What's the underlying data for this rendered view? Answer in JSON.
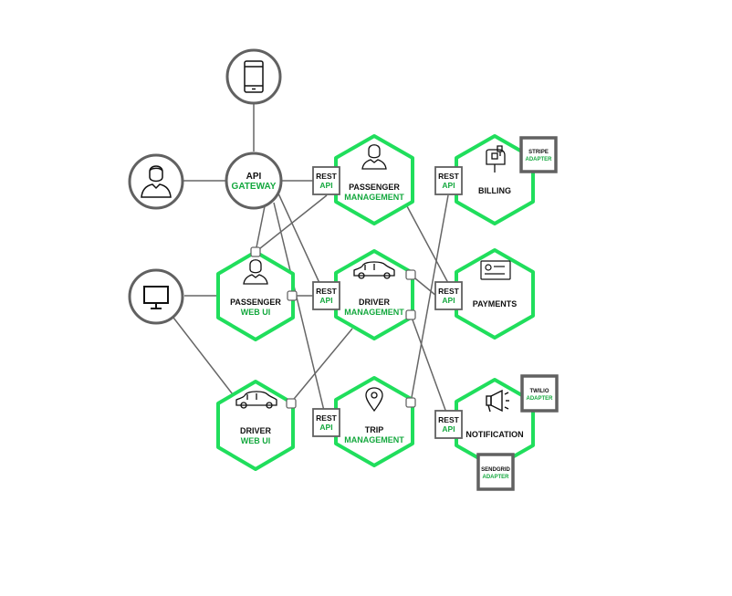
{
  "colors": {
    "accent": "#20de5c",
    "accent_text": "#14a83e",
    "line": "#666666",
    "circle_stroke": "#616161",
    "dark": "#111111"
  },
  "clients": {
    "mobile": {
      "icon": "mobile-phone-icon"
    },
    "user": {
      "icon": "person-icon"
    },
    "desktop": {
      "icon": "monitor-icon"
    }
  },
  "gateway": {
    "line1": "API",
    "line2": "GATEWAY"
  },
  "services": {
    "passenger_management": {
      "line1": "PASSENGER",
      "line2": "MANAGEMENT",
      "icon": "person-icon"
    },
    "driver_management": {
      "line1": "DRIVER",
      "line2": "MANAGEMENT",
      "icon": "car-icon"
    },
    "trip_management": {
      "line1": "TRIP",
      "line2": "MANAGEMENT",
      "icon": "location-pin-icon"
    },
    "passenger_web_ui": {
      "line1": "PASSENGER",
      "line2": "WEB UI",
      "icon": "person-icon"
    },
    "driver_web_ui": {
      "line1": "DRIVER",
      "line2": "WEB UI",
      "icon": "car-icon"
    },
    "billing": {
      "line1": "BILLING",
      "icon": "mailbox-icon"
    },
    "payments": {
      "line1": "PAYMENTS",
      "icon": "credit-card-icon"
    },
    "notification": {
      "line1": "NOTIFICATION",
      "icon": "megaphone-icon"
    }
  },
  "rest_api": {
    "line1": "REST",
    "line2": "API"
  },
  "adapters": {
    "stripe": {
      "line1": "STRIPE",
      "line2": "ADAPTER"
    },
    "twilio": {
      "line1": "TWILIO",
      "line2": "ADAPTER"
    },
    "sendgrid": {
      "line1": "SENDGRID",
      "line2": "ADAPTER"
    }
  }
}
